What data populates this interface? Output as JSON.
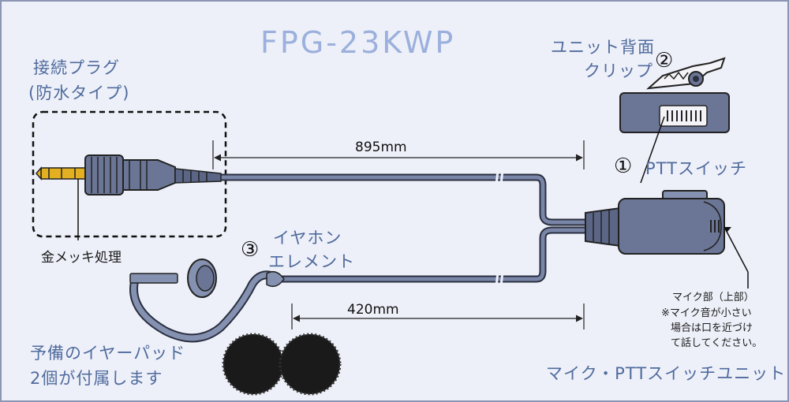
{
  "title": "FPG-23KWP",
  "plug": {
    "label_line1": "接続プラグ",
    "label_line2": "(防水タイプ)",
    "plating_note": "金メッキ処理"
  },
  "clip": {
    "label_line1": "ユニット背面",
    "label_line2": "クリップ",
    "number": "②"
  },
  "ptt": {
    "number": "①",
    "label": "PTTスイッチ"
  },
  "earphone": {
    "number": "③",
    "label_line1": "イヤホン",
    "label_line2": "エレメント"
  },
  "dimensions": {
    "cable_length": "895mm",
    "earphone_length": "420mm"
  },
  "mic": {
    "label": "マイク部（上部）",
    "note_line1": "※マイク音が小さい",
    "note_line2": "場合は口を近づけ",
    "note_line3": "て話してください。"
  },
  "spare": {
    "line1": "予備のイヤーパッド",
    "line2": "2個が付属します"
  },
  "unit_caption": "マイク・PTTスイッチユニット",
  "colors": {
    "title": "#9bb0dc",
    "label_blue": "#4f6b9d",
    "device": "#6b7696",
    "background": "#eef0f9"
  }
}
